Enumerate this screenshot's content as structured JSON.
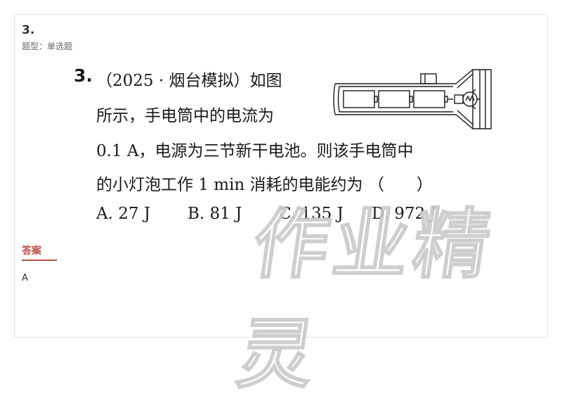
{
  "question": {
    "number": "3.",
    "type_label": "题型：单选题"
  },
  "content": {
    "num": "3.",
    "line1": "（2025 · 烟台模拟）如图",
    "line2": "所示，手电筒中的电流为",
    "line3": "0.1 A，电源为三节新干电池。则该手电筒中",
    "line4": "的小灯泡工作 1 min 消耗的电能约为 （　　）",
    "options": [
      "A. 27 J",
      "B. 81 J",
      "C. 135 J",
      "D. 972 J"
    ]
  },
  "watermark": "作业精灵",
  "answer": {
    "heading": "答案",
    "value": "A"
  },
  "colors": {
    "accent": "#c0504d",
    "border": "#e3e3e3"
  }
}
